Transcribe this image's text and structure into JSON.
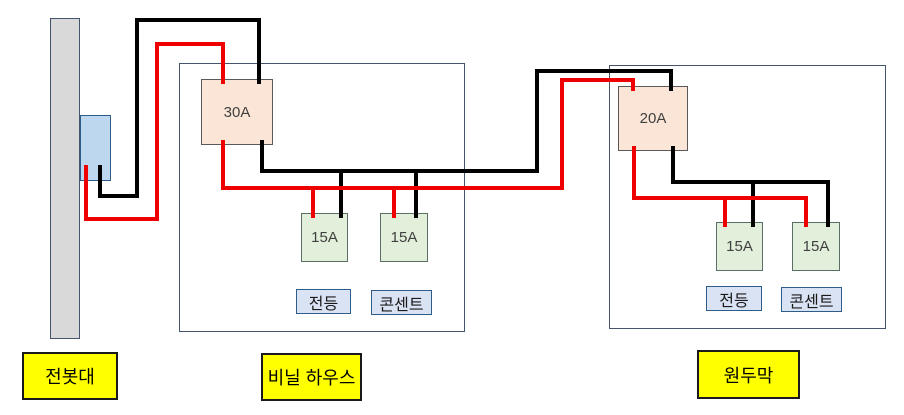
{
  "diagram": {
    "description": "Farm electrical wiring diagram from utility pole to greenhouse and hut distribution panels"
  },
  "pole": {
    "label": "전봇대"
  },
  "sites": [
    {
      "name": "비닐 하우스",
      "main_breaker": "30A",
      "branches": [
        {
          "rating": "15A",
          "load": "전등"
        },
        {
          "rating": "15A",
          "load": "콘센트"
        }
      ]
    },
    {
      "name": "원두막",
      "main_breaker": "20A",
      "branches": [
        {
          "rating": "15A",
          "load": "전등"
        },
        {
          "rating": "15A",
          "load": "콘센트"
        }
      ]
    }
  ],
  "colors": {
    "wire_live": "#ee0000",
    "wire_neutral": "#000000",
    "main_breaker_fill": "#fbe5d6",
    "branch_breaker_fill": "#e2efda",
    "load_label_fill": "#dae3f3",
    "site_label_fill": "#ffff00",
    "meter_fill": "#bdd7ee",
    "pole_fill": "#d9d9d9",
    "outline": "#44546a"
  }
}
